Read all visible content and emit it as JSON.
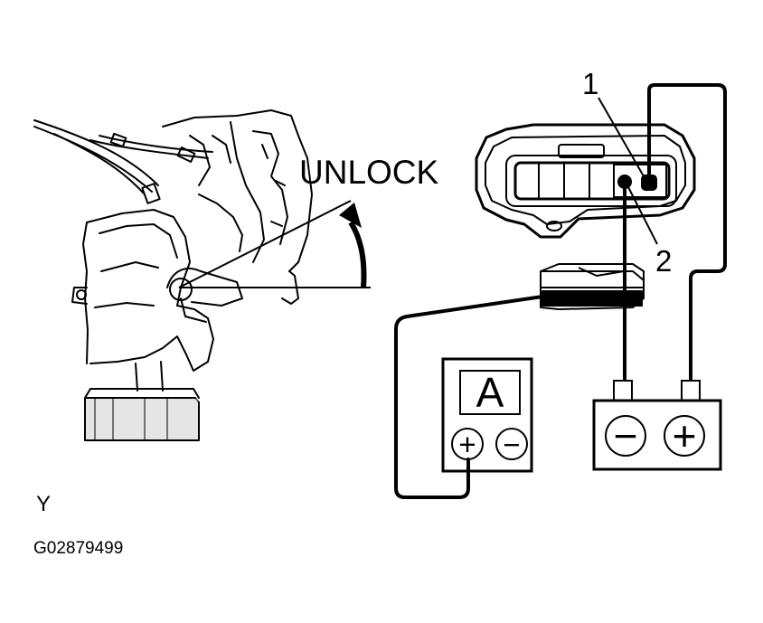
{
  "labels": {
    "direction": "UNLOCK",
    "pin_1": "1",
    "pin_2": "2",
    "view": "Y",
    "figure_code": "G02879499"
  },
  "ammeter": {
    "symbol": "A",
    "positive_terminal": "+",
    "negative_terminal": "−"
  },
  "battery": {
    "negative_terminal": "−",
    "positive_terminal": "+"
  },
  "icons": [
    "door-lock-actuator-icon",
    "connector-icon",
    "ammeter-icon",
    "battery-icon",
    "rotation-arrow-icon"
  ]
}
